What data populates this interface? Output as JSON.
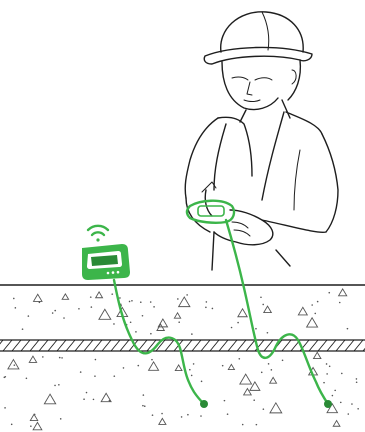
{
  "colors": {
    "accent_green": "#3cb54a",
    "accent_green_dark": "#2a8a36",
    "line": "#1e1e1e",
    "background": "#ffffff"
  },
  "icons": {
    "signal": "wifi-signal-icon",
    "logger": "data-logger-device",
    "reader": "handheld-reader-device",
    "sensor_left": "embedded-sensor-left",
    "sensor_right": "embedded-sensor-right"
  }
}
